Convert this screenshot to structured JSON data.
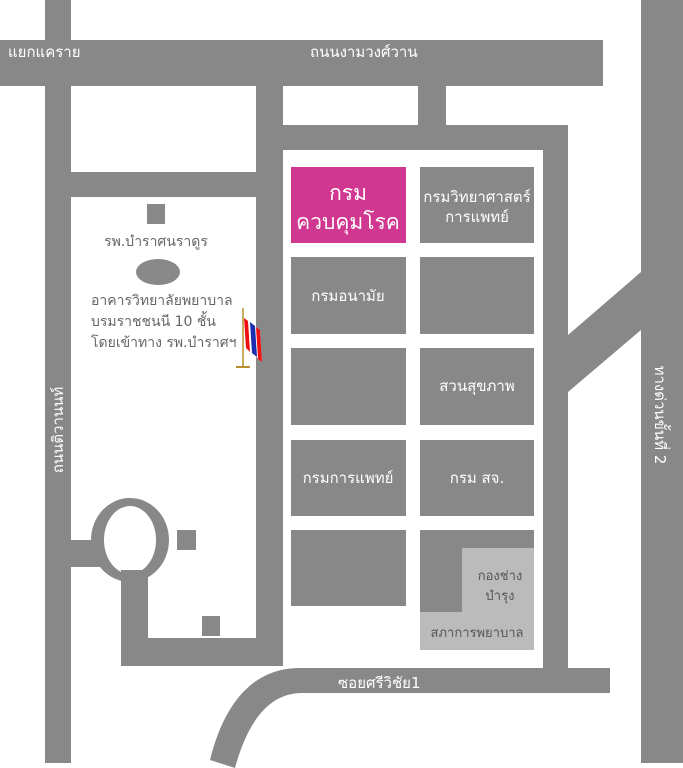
{
  "roads": {
    "top": "ถนนงามวงศ์วาน",
    "top_left": "แยกแคราย",
    "left": "ถนนติวานนท์",
    "right": "ทางด่วนขั้นที่ 2",
    "bottom": "ซอยศรีวิชัย1"
  },
  "buildings": {
    "ddc_line1": "กรม",
    "ddc_line2": "ควบคุมโรค",
    "medsci_line1": "กรมวิทยาศาสตร์",
    "medsci_line2": "การแพทย์",
    "health": "กรมอนามัย",
    "park": "สวนสุขภาพ",
    "medical": "กรมการแพทย์",
    "hss": "กรม สจ.",
    "maint_line1": "กองช่าง",
    "maint_line2": "บำรุง",
    "nursing_council": "สภาการพยาบาล"
  },
  "landmarks": {
    "hospital": "รพ.บำราศนราดูร",
    "college_line1": "อาคารวิทยาลัยพยาบาล",
    "college_line2": "บรมราชชนนี 10 ชั้น",
    "college_line3": "โดยเข้าทาง รพ.บำราศฯ"
  },
  "colors": {
    "road": "#888888",
    "highlight": "#d03790",
    "secondary": "#bbbbbb"
  }
}
